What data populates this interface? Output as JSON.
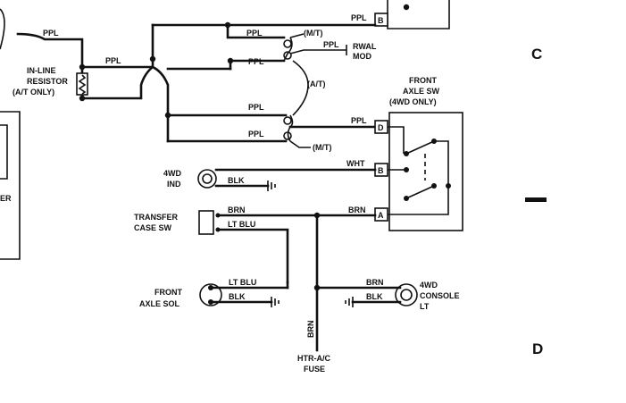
{
  "grid_labels": {
    "c": "C",
    "d": "D"
  },
  "components": {
    "inline_resistor": [
      "IN-LINE",
      "RESISTOR",
      "(A/T ONLY)"
    ],
    "rwal_mod": [
      "RWAL",
      "MOD"
    ],
    "front_axle_sw": [
      "FRONT",
      "AXLE SW",
      "(4WD ONLY)"
    ],
    "ind_4wd": [
      "4WD",
      "IND"
    ],
    "transfer_case_sw": [
      "TRANSFER",
      "CASE SW"
    ],
    "front_axle_sol": [
      "FRONT",
      "AXLE SOL"
    ],
    "console_lt": [
      "4WD",
      "CONSOLE",
      "LT"
    ],
    "htr_fuse": [
      "HTR-A/C",
      "FUSE"
    ],
    "left_edge": "ER"
  },
  "wire_labels": {
    "ppl": "PPL",
    "wht": "WHT",
    "blk": "BLK",
    "brn": "BRN",
    "lt_blu": "LT BLU",
    "mt": "(M/T)",
    "at": "(A/T)"
  },
  "terminals": {
    "b": "B",
    "d": "D",
    "a": "A"
  }
}
